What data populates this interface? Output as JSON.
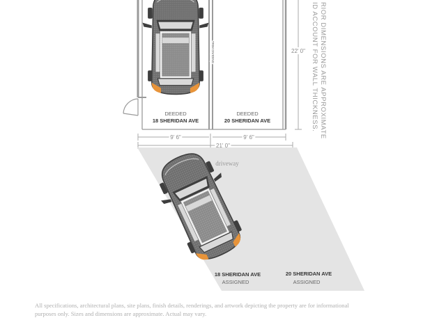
{
  "garage": {
    "space_left": {
      "line1": "DEEDED",
      "line2": "18 SHERIDAN AVE"
    },
    "space_right": {
      "line1": "DEEDED",
      "line2": "20 SHERIDAN AVE"
    },
    "divider_label": "TRIM DIVIDING",
    "dim_left": "9' 6\"",
    "dim_right": "9' 6\"",
    "dim_total": "21' 0\"",
    "dim_depth": "22' 0\""
  },
  "side_note": {
    "line1": "RIOR DIMENSIONS ARE APPROXIMATE",
    "line2": "ID ACCOUNT FOR WALL THICKNESS."
  },
  "driveway": {
    "label": "driveway",
    "space_a": {
      "line1": "18 SHERIDAN AVE",
      "line2": "ASSIGNED"
    },
    "space_b": {
      "line1": "20 SHERIDAN AVE",
      "line2": "ASSIGNED"
    }
  },
  "disclaimer": {
    "line1": "All specifications, architectural plans, site plans, finish details, renderings, and artwork depicting the property are for informational",
    "line2": "purposes only. Sizes and dimensions are approximate. Actual may vary."
  },
  "colors": {
    "line": "#b8b8b8",
    "wall": "#9a9a9a",
    "driveway_fill": "#e4e4e4",
    "car_body": "#6e6e6e",
    "car_dark": "#3e3e3e",
    "car_glass": "#d9d9d9",
    "tail_light": "#e8943a",
    "label_dark": "#333333",
    "label_muted": "#666666",
    "dim_text": "#8a8a8a",
    "disclaimer_text": "#b0b0b0"
  }
}
